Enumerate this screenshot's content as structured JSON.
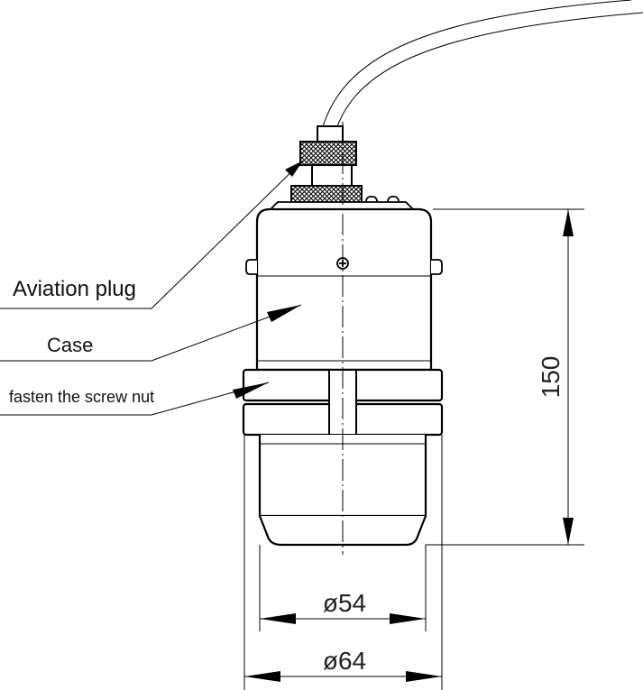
{
  "labels": {
    "aviation_plug": "Aviation plug",
    "case": "Case",
    "screw_nut": "fasten the screw nut"
  },
  "dimensions": {
    "height": "150",
    "inner_diameter": "ø54",
    "outer_diameter": "ø64"
  }
}
